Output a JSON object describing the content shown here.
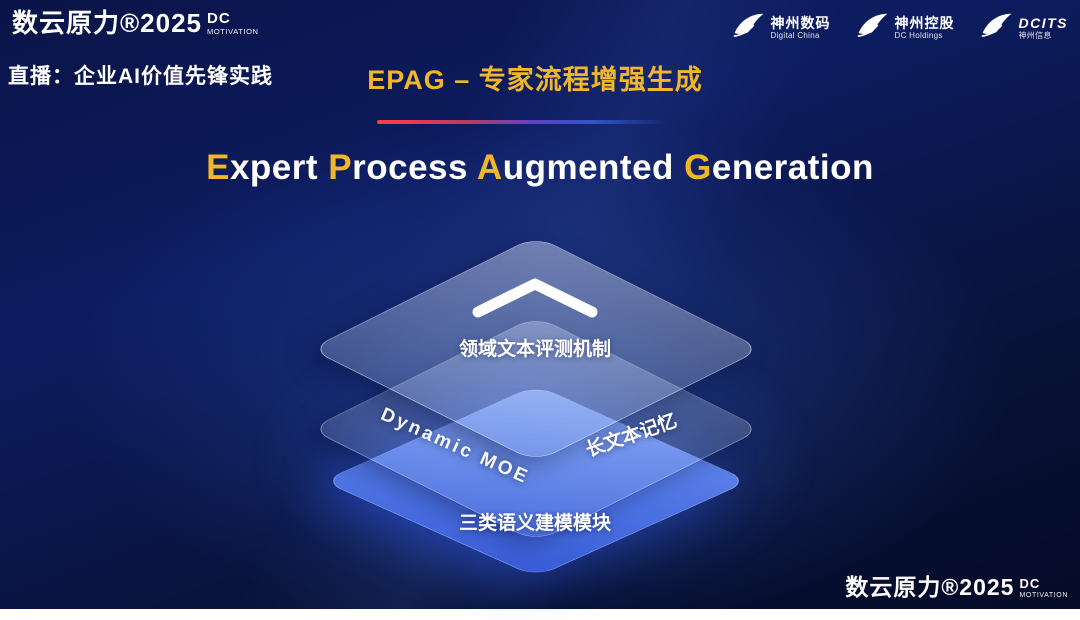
{
  "brand": {
    "name": "数云原力®2025",
    "dc": "DC",
    "motivation": "MOTIVATION"
  },
  "header": {
    "live_label": "直播：企业AI价值先锋实践",
    "title": "EPAG – 专家流程增强生成",
    "partners": [
      {
        "name": "神州数码",
        "sub": "Digital China"
      },
      {
        "name": "神州控股",
        "sub": "DC Holdings"
      },
      {
        "name": "DCITS",
        "sub": "神州信息"
      }
    ]
  },
  "subtitle": {
    "segments": [
      {
        "text": "E"
      },
      {
        "text": "xpert "
      },
      {
        "text": "P"
      },
      {
        "text": "rocess "
      },
      {
        "text": "A"
      },
      {
        "text": "ugmented "
      },
      {
        "text": "G"
      },
      {
        "text": "eneration"
      }
    ]
  },
  "diagram": {
    "top_layer_label": "领域文本评测机制",
    "mid_layer_label_left": "Dynamic MOE",
    "mid_layer_label_right": "长文本记忆",
    "bottom_layer_label": "三类语义建模模块"
  },
  "footer": {
    "name": "数云原力®2025",
    "dc": "DC",
    "motivation": "MOTIVATION"
  },
  "colors": {
    "accent_gold": "#f2b629",
    "bottom_layer_blue": "#4a6ff0",
    "background_navy": "#0a1448",
    "divider_red": "#ff4040",
    "divider_blue": "#2e55c8"
  }
}
